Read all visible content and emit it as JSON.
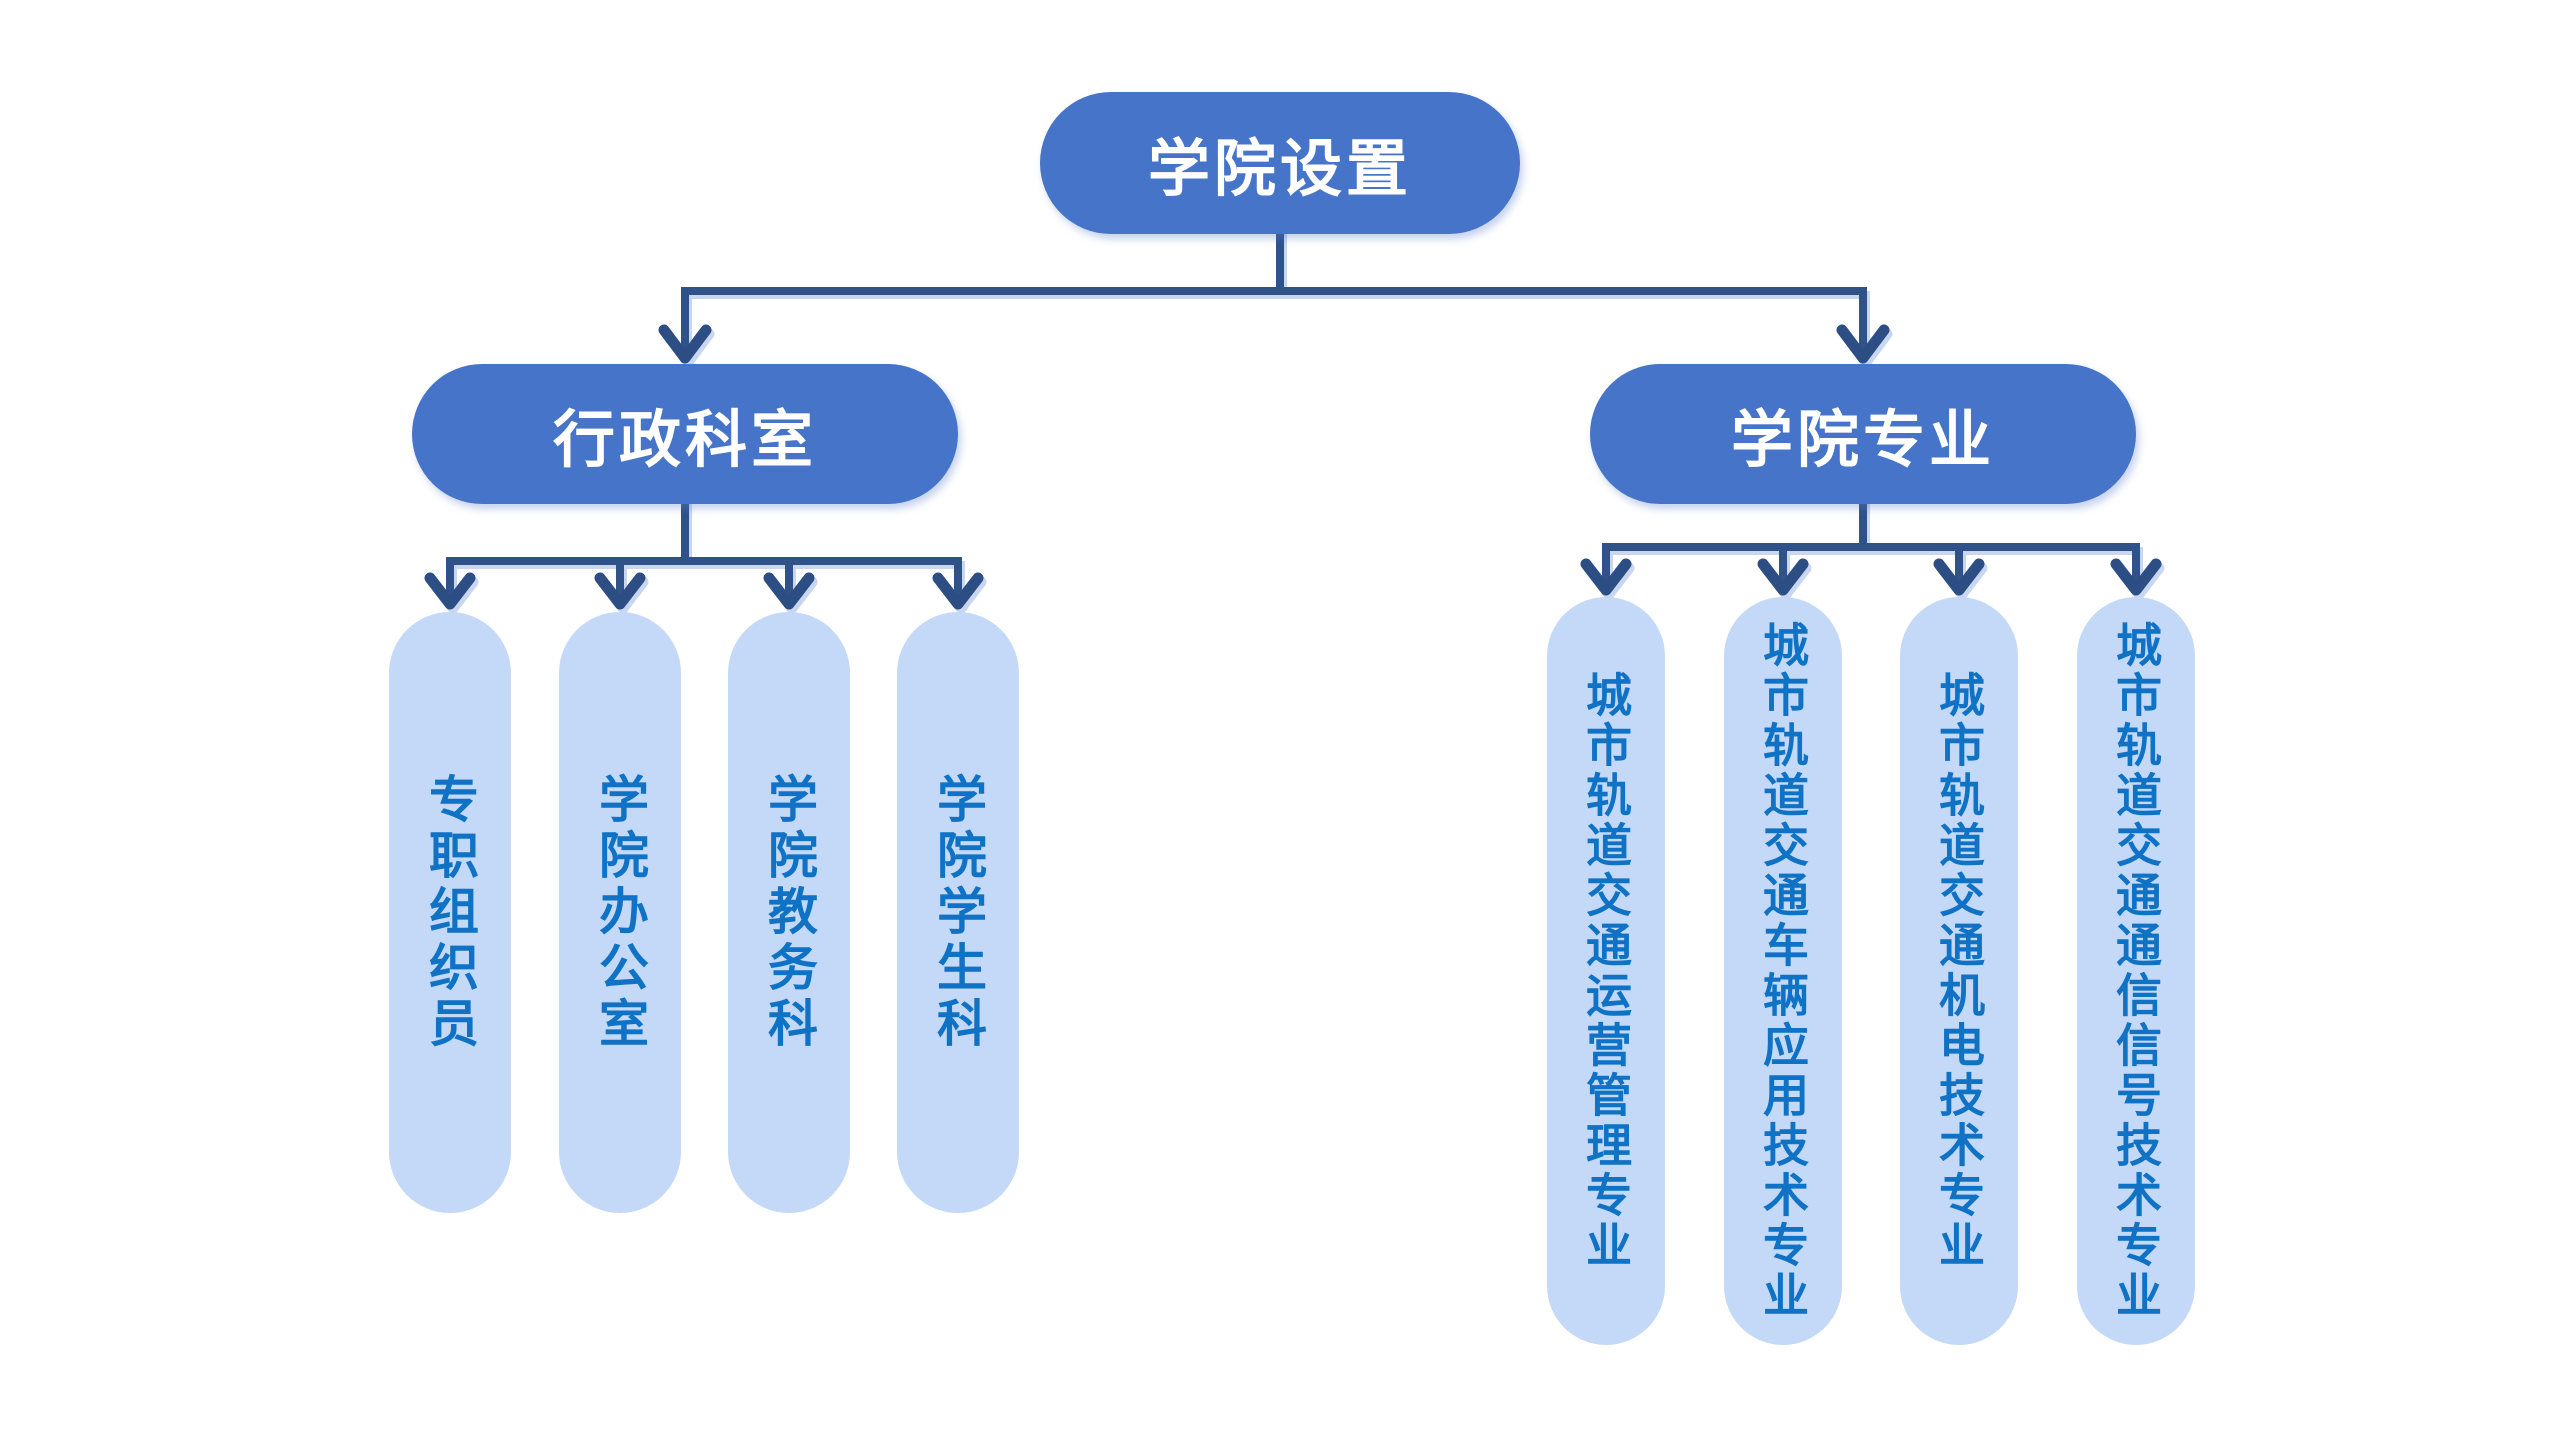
{
  "diagram": {
    "root": {
      "label": "学院设置"
    },
    "branches": [
      {
        "label": "行政科室",
        "children": [
          {
            "label": "专职组织员"
          },
          {
            "label": "学院办公室"
          },
          {
            "label": "学院教务科"
          },
          {
            "label": "学院学生科"
          }
        ]
      },
      {
        "label": "学院专业",
        "children": [
          {
            "label": "城市轨道交通运营管理专业"
          },
          {
            "label": "城市轨道交通车辆应用技术专业"
          },
          {
            "label": "城市轨道交通机电技术专业"
          },
          {
            "label": "城市轨道交通通信信号技术专业"
          }
        ]
      }
    ],
    "colors": {
      "background": "#FFFFFF",
      "branch_node_fill": "#4674C9",
      "branch_node_text": "#FFFFFF",
      "leaf_node_fill": "#C4D9F8",
      "leaf_node_text": "#0F72C4",
      "connector_line": "#2F5288",
      "connector_arrowhead": "#2C4E84"
    }
  }
}
